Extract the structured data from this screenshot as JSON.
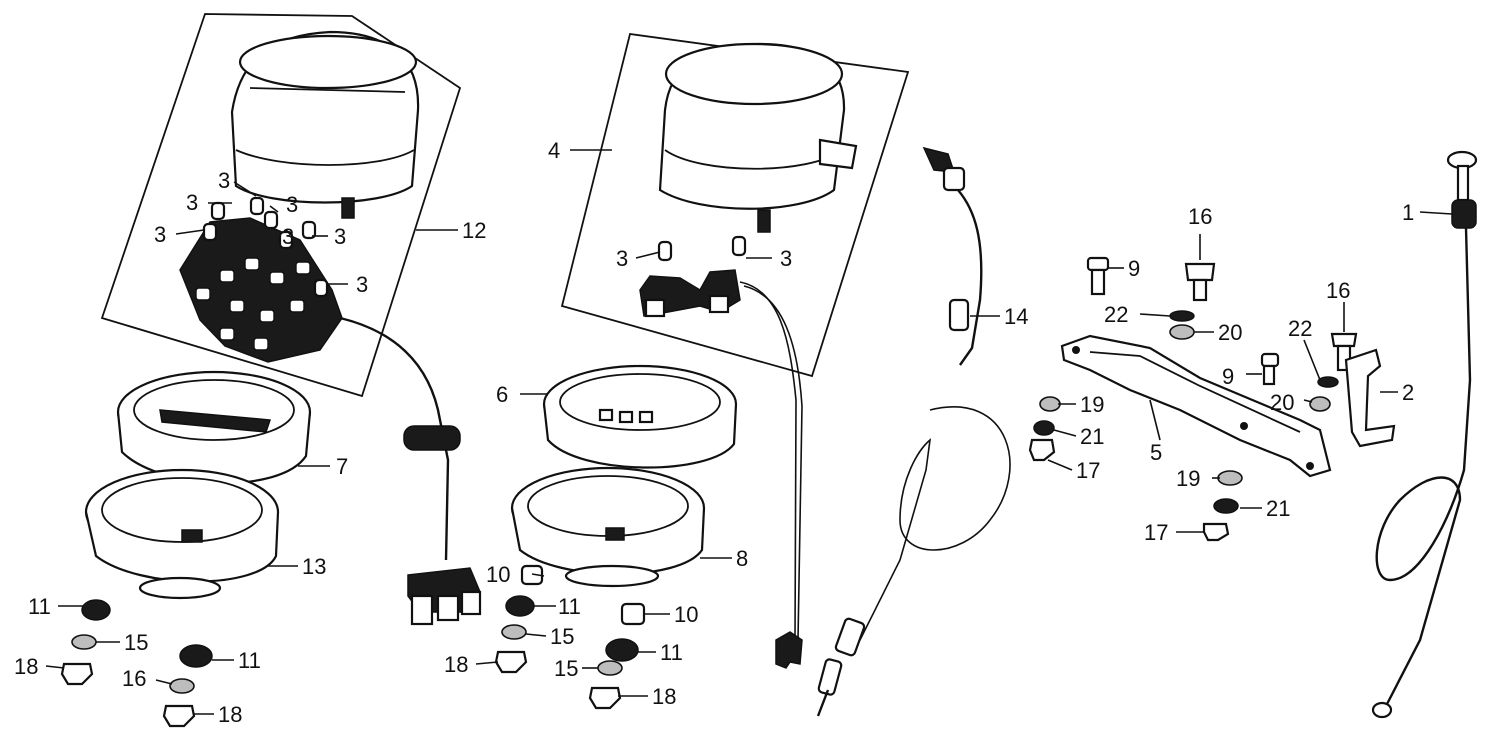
{
  "callouts": [
    {
      "id": "c12",
      "text": "12"
    },
    {
      "id": "c3a",
      "text": "3"
    },
    {
      "id": "c3b",
      "text": "3"
    },
    {
      "id": "c3c",
      "text": "3"
    },
    {
      "id": "c3d",
      "text": "3"
    },
    {
      "id": "c3e",
      "text": "3"
    },
    {
      "id": "c3f",
      "text": "3"
    },
    {
      "id": "c3g",
      "text": "3"
    },
    {
      "id": "c3h",
      "text": "3"
    },
    {
      "id": "c4",
      "text": "4"
    },
    {
      "id": "c7",
      "text": "7"
    },
    {
      "id": "c13",
      "text": "13"
    },
    {
      "id": "c6",
      "text": "6"
    },
    {
      "id": "c8",
      "text": "8"
    },
    {
      "id": "c11a",
      "text": "11"
    },
    {
      "id": "c15a",
      "text": "15"
    },
    {
      "id": "c18a",
      "text": "18"
    },
    {
      "id": "c16a",
      "text": "16"
    },
    {
      "id": "c11b",
      "text": "11"
    },
    {
      "id": "c18b",
      "text": "18"
    },
    {
      "id": "c10a",
      "text": "10"
    },
    {
      "id": "c11c",
      "text": "11"
    },
    {
      "id": "c15b",
      "text": "15"
    },
    {
      "id": "c18c",
      "text": "18"
    },
    {
      "id": "c10b",
      "text": "10"
    },
    {
      "id": "c11d",
      "text": "11"
    },
    {
      "id": "c15c",
      "text": "15"
    },
    {
      "id": "c18d",
      "text": "18"
    },
    {
      "id": "c14",
      "text": "14"
    },
    {
      "id": "c9a",
      "text": "9"
    },
    {
      "id": "c16b",
      "text": "16"
    },
    {
      "id": "c22a",
      "text": "22"
    },
    {
      "id": "c20a",
      "text": "20"
    },
    {
      "id": "c19a",
      "text": "19"
    },
    {
      "id": "c21a",
      "text": "21"
    },
    {
      "id": "c17a",
      "text": "17"
    },
    {
      "id": "c5",
      "text": "5"
    },
    {
      "id": "c16c",
      "text": "16"
    },
    {
      "id": "c22b",
      "text": "22"
    },
    {
      "id": "c9b",
      "text": "9"
    },
    {
      "id": "c20b",
      "text": "20"
    },
    {
      "id": "c2",
      "text": "2"
    },
    {
      "id": "c19b",
      "text": "19"
    },
    {
      "id": "c21b",
      "text": "21"
    },
    {
      "id": "c17b",
      "text": "17"
    },
    {
      "id": "c1",
      "text": "1"
    }
  ]
}
